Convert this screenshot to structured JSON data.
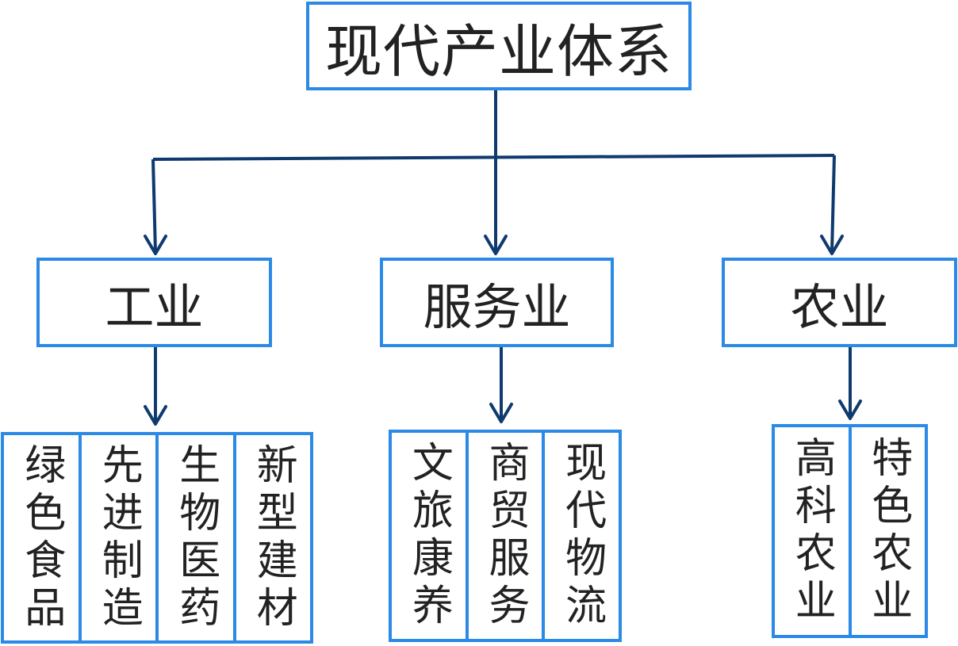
{
  "root": {
    "label": "现代产业体系"
  },
  "categories": [
    {
      "label": "工业",
      "items": [
        "绿色食品",
        "先进制造",
        "生物医药",
        "新型建材"
      ]
    },
    {
      "label": "服务业",
      "items": [
        "文旅康养",
        "商贸服务",
        "现代物流"
      ]
    },
    {
      "label": "农业",
      "items": [
        "高科农业",
        "特色农业"
      ]
    }
  ],
  "colors": {
    "box_border": "#2a8ae6",
    "connector": "#0f3a6e",
    "text": "#222222"
  }
}
